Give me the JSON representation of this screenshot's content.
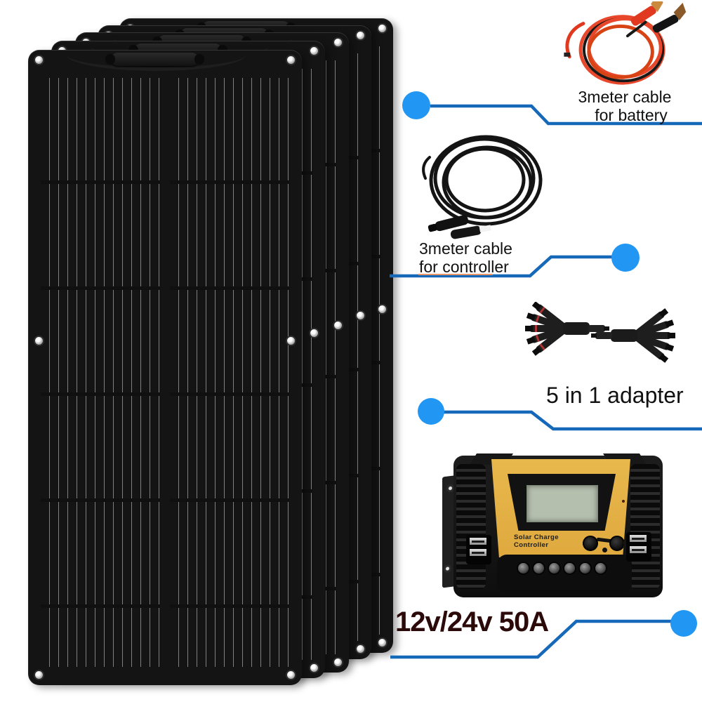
{
  "meta": {
    "description": "Flexible solar panel kit product image with component callouts"
  },
  "panels": {
    "count": 5,
    "name": "flexible solar panel stack"
  },
  "callouts": {
    "battery_cable": {
      "line1": "3meter cable",
      "line2": "for battery"
    },
    "controller_cable": {
      "line1": "3meter cable",
      "line2": "for controller"
    },
    "adapter": {
      "label": "5 in 1 adapter"
    },
    "controller_rating": {
      "label": "12v/24v 50A"
    }
  },
  "controller": {
    "brand_line1": "Solar Charge",
    "brand_line2": "Controller"
  },
  "colors": {
    "background": "#ffffff",
    "callout_line": "#1668b8",
    "callout_dot": "#2196f3",
    "panel_black": "#141414",
    "controller_yellow": "#e8b84d",
    "lcd_screen": "#b5bfae",
    "cable_red": "#e8472b",
    "cable_black": "#1a1a1a",
    "label_text": "#111111",
    "rating_text": "#2d0a0a",
    "underline_accent": "#e8956a"
  }
}
